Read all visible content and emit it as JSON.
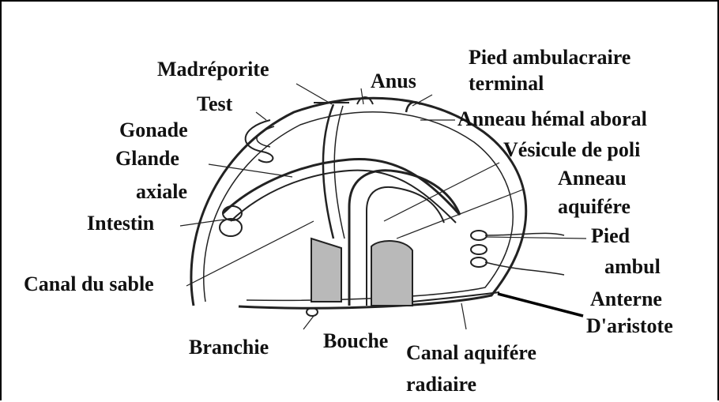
{
  "labels": {
    "madreporite": "Madréporite",
    "test": "Test",
    "gonade": "Gonade",
    "glande": "Glande",
    "axiale": "axiale",
    "intestin": "Intestin",
    "canal_sable": "Canal du sable",
    "branchie": "Branchie",
    "bouche": "Bouche",
    "anus": "Anus",
    "pied_terminal_1": "Pied ambulacraire",
    "pied_terminal_2": "terminal",
    "anneau_hemal": "Anneau hémal aboral",
    "vesicule_poli": "Vésicule de poli",
    "anneau_aquifere_1": "Anneau",
    "anneau_aquifere_2": "aquifére",
    "pied_ambul_1": "Pied",
    "pied_ambul_2": "ambul",
    "lanterne_1": "Anterne",
    "lanterne_2": "D'aristote",
    "canal_radiaire_1": "Canal aquifére",
    "canal_radiaire_2": "radiaire"
  },
  "colors": {
    "ink": "#111111",
    "shading": "#b9b9b9",
    "background": "#ffffff"
  }
}
